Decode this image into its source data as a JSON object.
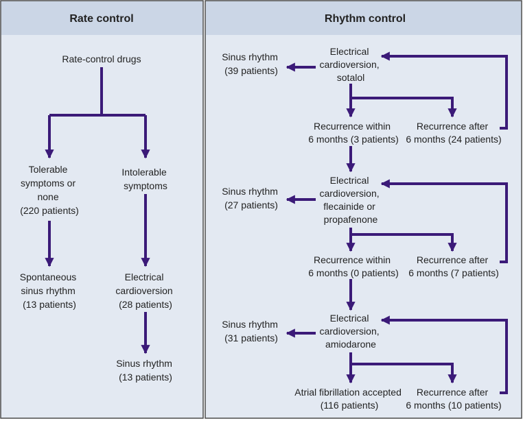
{
  "colors": {
    "arrow": "#3b1a78",
    "panel": "#e3e9f2",
    "header": "#cbd6e6",
    "border": "#4a4a4a",
    "text": "#222222"
  },
  "rate_control": {
    "header": "Rate control",
    "drugs": "Rate-control drugs",
    "tolerable": [
      "Tolerable",
      "symptoms or",
      "none",
      "(220 patients)"
    ],
    "intolerable": [
      "Intolerable",
      "symptoms"
    ],
    "spontaneous": [
      "Spontaneous",
      "sinus rhythm",
      "(13 patients)"
    ],
    "cardioversion": [
      "Electrical",
      "cardioversion",
      "(28 patients)"
    ],
    "sinus": [
      "Sinus rhythm",
      "(13 patients)"
    ]
  },
  "rhythm_control": {
    "header": "Rhythm control",
    "step1": {
      "sinus": [
        "Sinus rhythm",
        "(39 patients)"
      ],
      "cardioversion": [
        "Electrical",
        "cardioversion,",
        "sotalol"
      ],
      "within": [
        "Recurrence within",
        "6 months (3 patients)"
      ],
      "after": [
        "Recurrence after",
        "6 months (24 patients)"
      ]
    },
    "step2": {
      "sinus": [
        "Sinus rhythm",
        "(27 patients)"
      ],
      "cardioversion": [
        "Electrical",
        "cardioversion,",
        "flecainide or",
        "propafenone"
      ],
      "within": [
        "Recurrence within",
        "6 months (0 patients)"
      ],
      "after": [
        "Recurrence after",
        "6 months (7 patients)"
      ]
    },
    "step3": {
      "sinus": [
        "Sinus rhythm",
        "(31 patients)"
      ],
      "cardioversion": [
        "Electrical",
        "cardioversion,",
        "amiodarone"
      ],
      "accepted": [
        "Atrial fibrillation accepted",
        "(116 patients)"
      ],
      "after": [
        "Recurrence after",
        "6 months (10 patients)"
      ]
    }
  }
}
